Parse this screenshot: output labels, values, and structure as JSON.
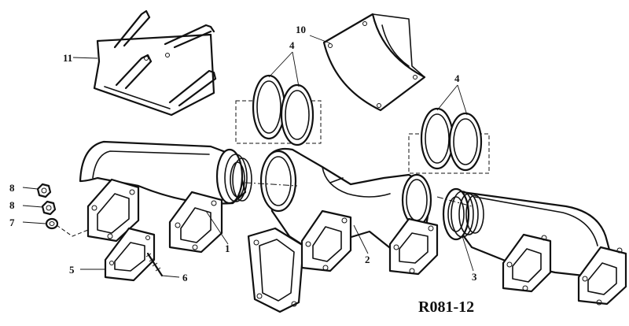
{
  "drawing_code": "R081-12",
  "callouts": {
    "c1": "1",
    "c2": "2",
    "c3": "3",
    "c4a": "4",
    "c4b": "4",
    "c5": "5",
    "c6": "6",
    "c7": "7",
    "c8a": "8",
    "c8b": "8",
    "c10": "10",
    "c11": "11"
  }
}
